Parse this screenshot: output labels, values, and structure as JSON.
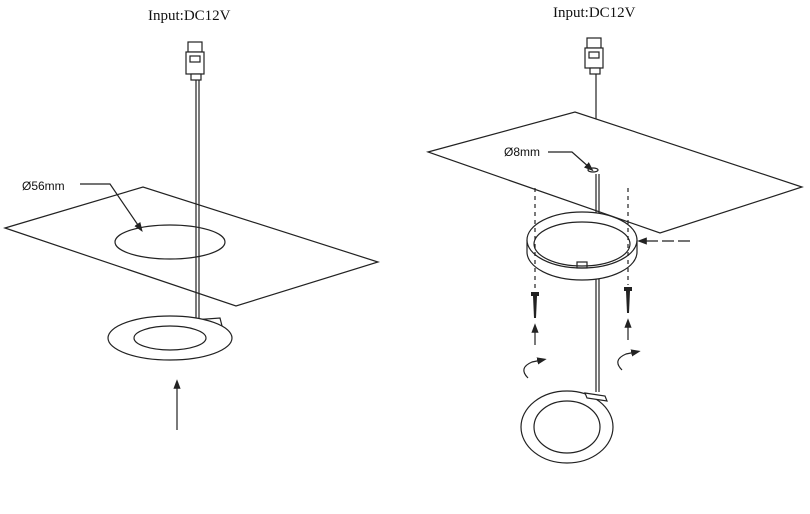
{
  "left_panel": {
    "input_label": "Input:DC12V",
    "hole_dimension": "Ø56mm"
  },
  "right_panel": {
    "input_label": "Input:DC12V",
    "hole_dimension": "Ø8mm"
  }
}
